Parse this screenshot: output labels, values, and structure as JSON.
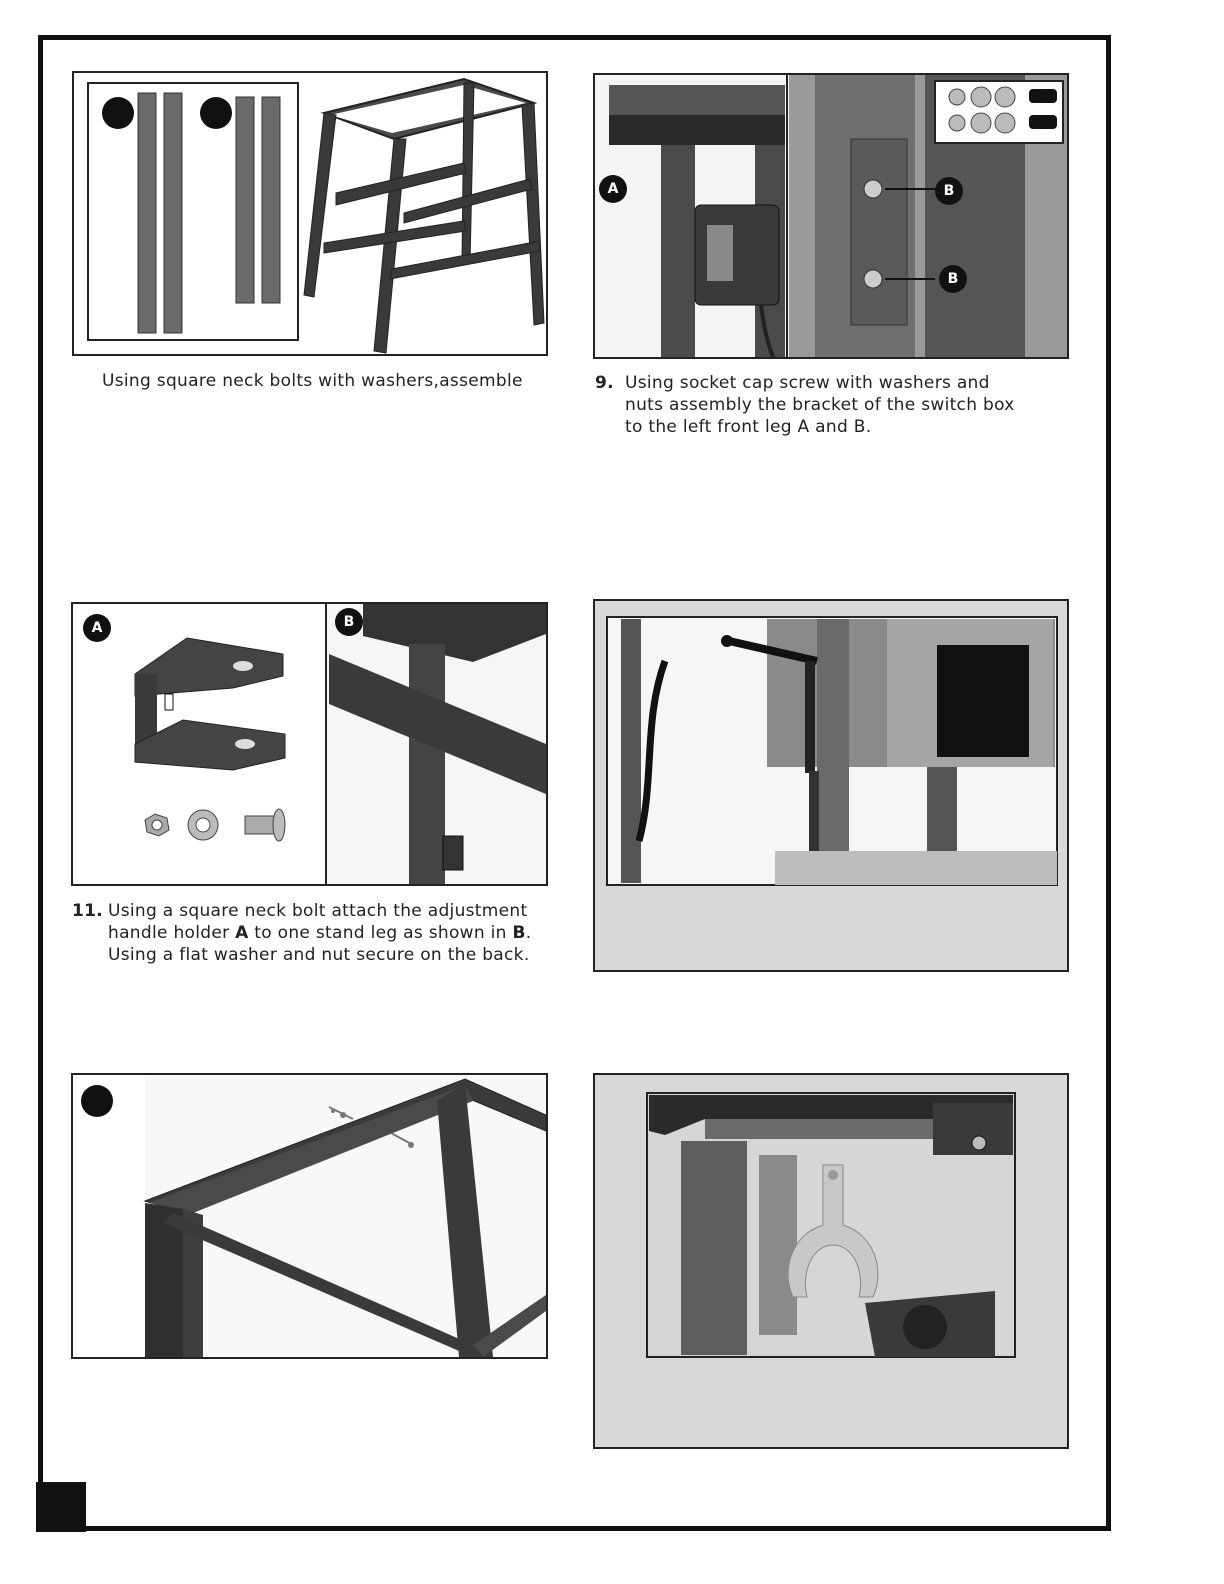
{
  "step_top_left": {
    "caption": "Using square neck bolts with washers,assemble"
  },
  "step_9": {
    "number": "9.",
    "line1": "Using socket cap screw with washers and",
    "line2": "nuts assembly the bracket of the switch box",
    "line3": "to the left front leg A and B.",
    "callout_a": "A",
    "callout_b": "B"
  },
  "step_11": {
    "number": "11.",
    "line1": "Using a square neck bolt attach the adjustment",
    "line2_pre": "handle holder ",
    "line2_bold1": "A",
    "line2_mid": " to one stand leg as shown in ",
    "line2_bold2": "B",
    "line2_post": ".",
    "line3": "Using a flat washer and nut secure on the back.",
    "callout_a": "A",
    "callout_b": "B"
  },
  "colors": {
    "frame": "#111111",
    "gray_panel": "#d8d8d8",
    "steel_dark": "#3a3a3a",
    "steel_mid": "#5a5a5a"
  }
}
